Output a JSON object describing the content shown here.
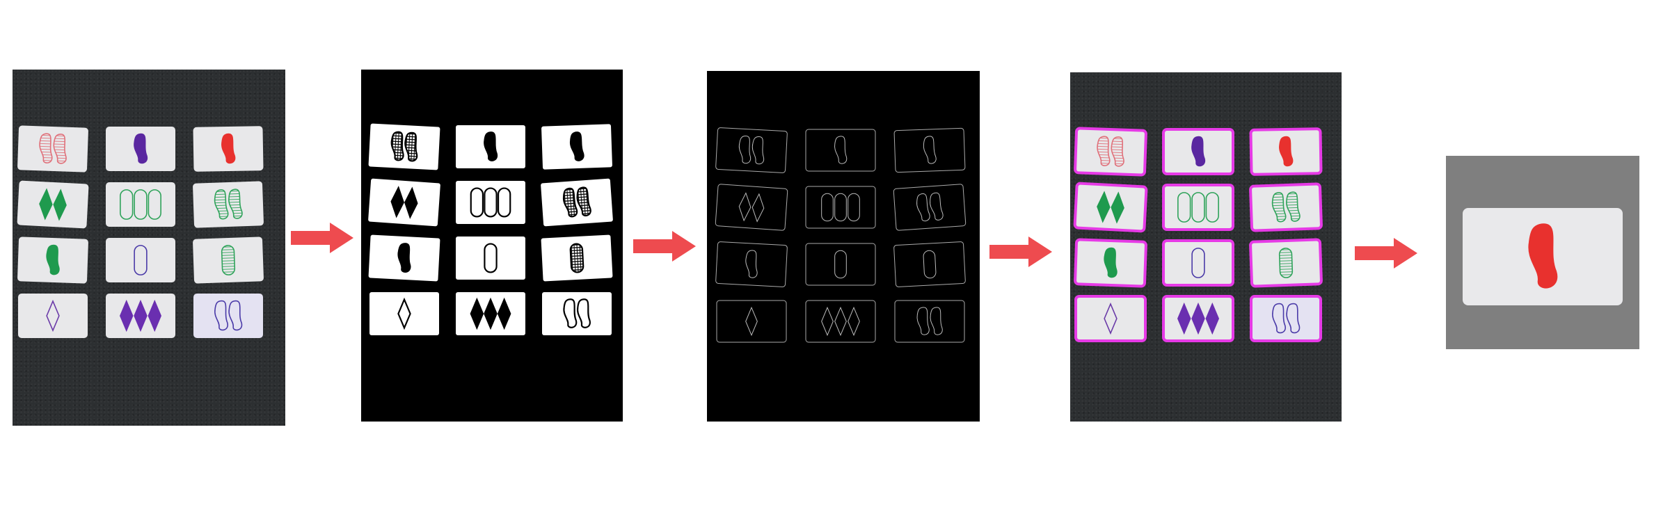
{
  "pipeline": {
    "stages": [
      {
        "id": "input-photo",
        "style": "photo"
      },
      {
        "id": "threshold-mask",
        "style": "mask"
      },
      {
        "id": "edge-map",
        "style": "edges"
      },
      {
        "id": "detected-cards",
        "style": "detected"
      },
      {
        "id": "extracted-card",
        "style": "crop"
      }
    ],
    "arrow_color": "#ee4b4f",
    "highlight_color": "#e63ae6"
  },
  "cards": [
    {
      "count": 2,
      "shape": "squiggle",
      "color": "#e0707a",
      "fill": "striped"
    },
    {
      "count": 1,
      "shape": "squiggle",
      "color": "#5a27a0",
      "fill": "solid"
    },
    {
      "count": 1,
      "shape": "squiggle",
      "color": "#e8312e",
      "fill": "solid"
    },
    {
      "count": 2,
      "shape": "diamond",
      "color": "#1f9a4e",
      "fill": "solid"
    },
    {
      "count": 3,
      "shape": "oval",
      "color": "#2fa35a",
      "fill": "open"
    },
    {
      "count": 2,
      "shape": "squiggle",
      "color": "#2fa35a",
      "fill": "striped"
    },
    {
      "count": 1,
      "shape": "squiggle",
      "color": "#1f9a4e",
      "fill": "solid"
    },
    {
      "count": 1,
      "shape": "oval",
      "color": "#4a3aa8",
      "fill": "open"
    },
    {
      "count": 1,
      "shape": "oval",
      "color": "#2fa35a",
      "fill": "striped"
    },
    {
      "count": 1,
      "shape": "diamond",
      "color": "#6a3aa8",
      "fill": "open"
    },
    {
      "count": 3,
      "shape": "diamond",
      "color": "#6a2fb0",
      "fill": "solid"
    },
    {
      "count": 2,
      "shape": "squiggle",
      "color": "#4a3aa8",
      "fill": "open"
    }
  ],
  "extracted": {
    "count": 1,
    "shape": "squiggle",
    "color": "#e8312e",
    "fill": "solid"
  }
}
